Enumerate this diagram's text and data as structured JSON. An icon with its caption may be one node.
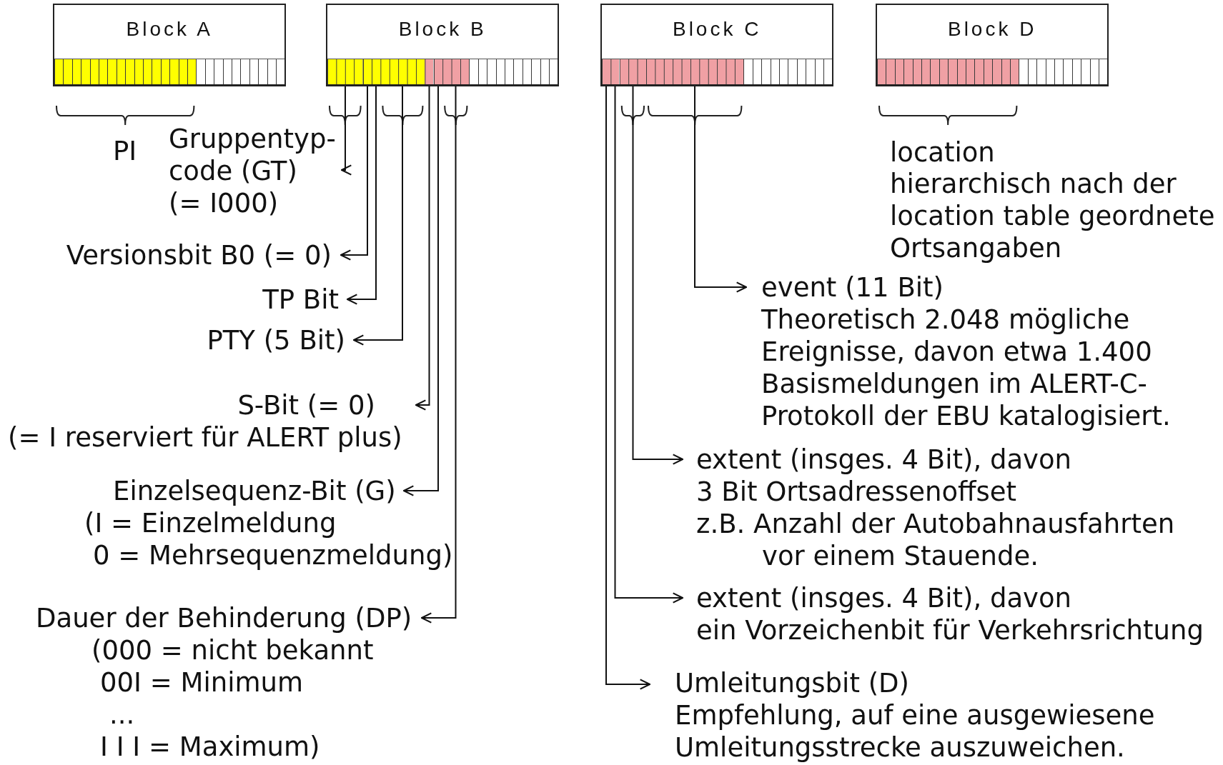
{
  "diagram": {
    "nodes": [
      {
        "text": [
          "Block A"
        ]
      },
      {
        "text": [
          "Block B"
        ]
      },
      {
        "text": [
          "Block C"
        ]
      },
      {
        "text": [
          "Block D"
        ]
      },
      {
        "text": [],
        "shape": "bar",
        "in": 1
      },
      {
        "text": [],
        "shape": "bar",
        "in": 1
      },
      {
        "text": [],
        "shape": "bar",
        "in": 1
      },
      {
        "text": [],
        "shape": "bar",
        "in": 1
      },
      {
        "text": [],
        "shape": "bar",
        "in": 1
      },
      {
        "text": [],
        "shape": "bar",
        "in": 1
      },
      {
        "text": [],
        "shape": "bar",
        "in": 1
      },
      {
        "text": [],
        "shape": "bar",
        "in": 2
      },
      {
        "text": [],
        "shape": "bar",
        "in": 2
      },
      {
        "text": [],
        "shape": "bar",
        "in": 2
      },
      {
        "text": [],
        "shape": "bar",
        "in": 2
      },
      {
        "text": [
          "Gruppentyp-code (GT)",
          "(= I000)"
        ]
      },
      {
        "text": [
          "Versionsbit B0 (= 0)"
        ]
      },
      {
        "text": [
          "TP Bit"
        ]
      },
      {
        "text": [
          "PTY (5 Bit)"
        ]
      },
      {
        "text": [
          "S-Bit (= 0)",
          "(= I reserviert für ALERT plus)"
        ]
      },
      {
        "text": [
          "Einzelsequenz-Bit (G)",
          "(I = Einzelmeldung",
          "0 = Mehrsequenzmeldung)"
        ]
      },
      {
        "text": [
          "Dauer der Behinderung (DP)",
          "(000 = nicht bekannt",
          "00I = Minimum",
          "...",
          "I I I = Maximum)"
        ]
      },
      {
        "text": [
          "event (11 Bit)",
          "Theoretisch 2.048 mögliche Ereignisse, davon etwa 1.400 Basismeldungen im ALERT-C-Protokoll der EBU katalogisiert."
        ]
      },
      {
        "text": [
          "extent (insges. 4 Bit), davon",
          "3 Bit Ortsadressenoffset",
          "z.B. Anzahl der Autobahnausfahrten vor einem Stauende."
        ]
      },
      {
        "text": [
          "extent (insges. 4 Bit), davon",
          "ein Vorzeichenbit für Verkehrsrichtung"
        ]
      },
      {
        "text": [
          "Umleitungsbit (D)",
          "Empfehlung, auf eine ausgewiesene Umleitungsstrecke auszuweichen."
        ]
      }
    ],
    "edges": [
      {
        "from": 4,
        "to": 15,
        "arrow": "to"
      },
      {
        "from": 5,
        "to": 16,
        "arrow": "to"
      },
      {
        "from": 6,
        "to": 17,
        "arrow": "to"
      },
      {
        "from": 7,
        "to": 18,
        "arrow": "to"
      },
      {
        "from": 8,
        "to": 19,
        "arrow": "to"
      },
      {
        "from": 9,
        "to": 20,
        "arrow": "to"
      },
      {
        "from": 10,
        "to": 21,
        "arrow": "to"
      },
      {
        "from": 14,
        "to": 22,
        "arrow": "to"
      },
      {
        "from": 13,
        "to": 23,
        "arrow": "to"
      },
      {
        "from": 12,
        "to": 24,
        "arrow": "to"
      },
      {
        "from": 11,
        "to": 25,
        "arrow": "to"
      }
    ],
    "labels": [
      "PI",
      "location",
      "hierarchisch nach der location table geordnete Ortsangaben"
    ]
  }
}
